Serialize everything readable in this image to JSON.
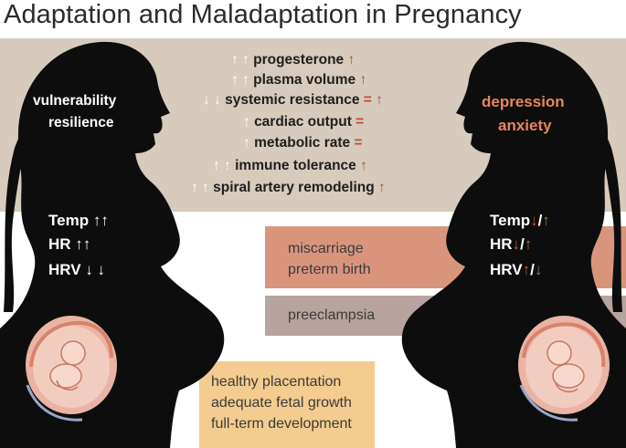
{
  "title": "Adaptation and Maladaptation in Pregnancy",
  "left_labels": [
    "vulnerability",
    "resilience"
  ],
  "right_labels": [
    "depression",
    "anxiety"
  ],
  "adaptations": [
    {
      "arrows": "↑ ↑",
      "text": "progesterone",
      "trend": "↑"
    },
    {
      "arrows": "↑ ↑",
      "text": "plasma volume",
      "trend": "↑"
    },
    {
      "arrows": "↓ ↓",
      "text": "systemic resistance",
      "trend": "= ↑"
    },
    {
      "arrows": "↑",
      "text": "cardiac output",
      "trend": "="
    },
    {
      "arrows": "↑",
      "text": "metabolic rate",
      "trend": "="
    },
    {
      "arrows": "↑ ↑",
      "text": "immune tolerance",
      "trend": "↑"
    },
    {
      "arrows": "↑ ↑",
      "text": "spiral artery remodeling",
      "trend": "↑"
    }
  ],
  "left_metrics": [
    {
      "name": "Temp",
      "arrows": "↑↑"
    },
    {
      "name": "HR",
      "arrows": "↑↑"
    },
    {
      "name": "HRV",
      "arrows": "↓ ↓"
    }
  ],
  "right_metrics": [
    {
      "name": "Temp",
      "first": "↓",
      "sep": "/",
      "second": "↑"
    },
    {
      "name": "HR",
      "first": "↓",
      "sep": "/",
      "second": "↑"
    },
    {
      "name": "HRV",
      "first": "↑",
      "sep": "/",
      "second": "↓"
    }
  ],
  "outcome_boxes": {
    "miscarriage": [
      "miscarriage",
      "preterm birth"
    ],
    "preeclampsia": [
      "preeclampsia"
    ],
    "healthy": [
      "healthy placentation",
      "adequate fetal growth",
      "full-term development"
    ]
  },
  "colors": {
    "tan_background": "#d6cbbd",
    "silhouette": "#0d0d0d",
    "miscarriage_box": "#d9957c",
    "preeclampsia_box": "#b7a49e",
    "healthy_box": "#f4cc8f",
    "trend_arrow": "#b9502a",
    "right_label": "#e8865e"
  },
  "icons": [
    "left-pregnant-silhouette",
    "right-pregnant-silhouette",
    "left-fetus-icon",
    "right-fetus-icon"
  ]
}
